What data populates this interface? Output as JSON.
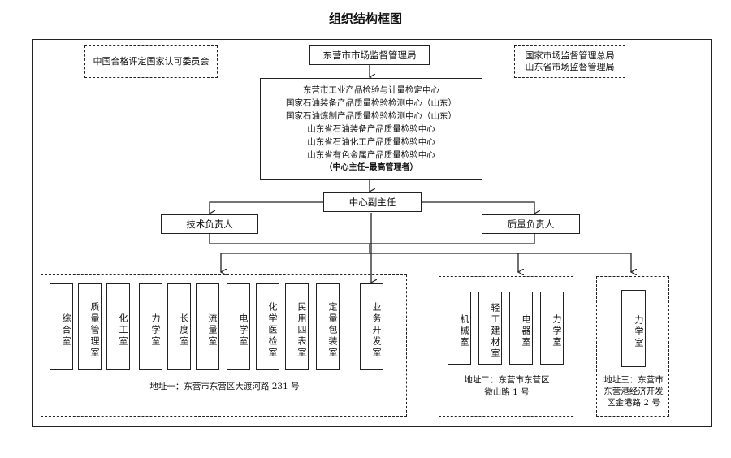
{
  "title": "组织结构框图",
  "left_note": "中国合格评定国家认可委员会",
  "right_note": [
    "国家市场监督管理总局",
    "山东省市场监督管理局"
  ],
  "top_box": "东营市市场监督管理局",
  "center_lines": [
    "东营市工业产品检验与计量检定中心",
    "国家石油装备产品质量检验检测中心（山东）",
    "国家石油炼制产品质量检验检测中心（山东）",
    "山东省石油装备产品质量检验中心",
    "山东省石油化工产品质量检验中心",
    "山东省有色金属产品质量检验中心"
  ],
  "center_bold": "（中心主任–最高管理者）",
  "deputy": "中心副主任",
  "tech_lead": "技术负责人",
  "quality_lead": "质量负责人",
  "site1_rooms": [
    "综合室",
    "质量管理室",
    "化工室",
    "力学室",
    "长度室",
    "流量室",
    "电学室",
    "化学医检室",
    "民用四表室",
    "定量包装室",
    "业务开发室"
  ],
  "site1_address": "地址一：东营市东营区大渡河路 231 号",
  "site2_rooms": [
    "机械室",
    "轻工建材室",
    "电器室",
    "力学室"
  ],
  "site2_address": [
    "地址二：东营市东营区",
    "微山路 1 号"
  ],
  "site3_rooms": [
    "力学室"
  ],
  "site3_address": [
    "地址三：东营市",
    "东营港经济开发",
    "区金港路 2 号"
  ]
}
